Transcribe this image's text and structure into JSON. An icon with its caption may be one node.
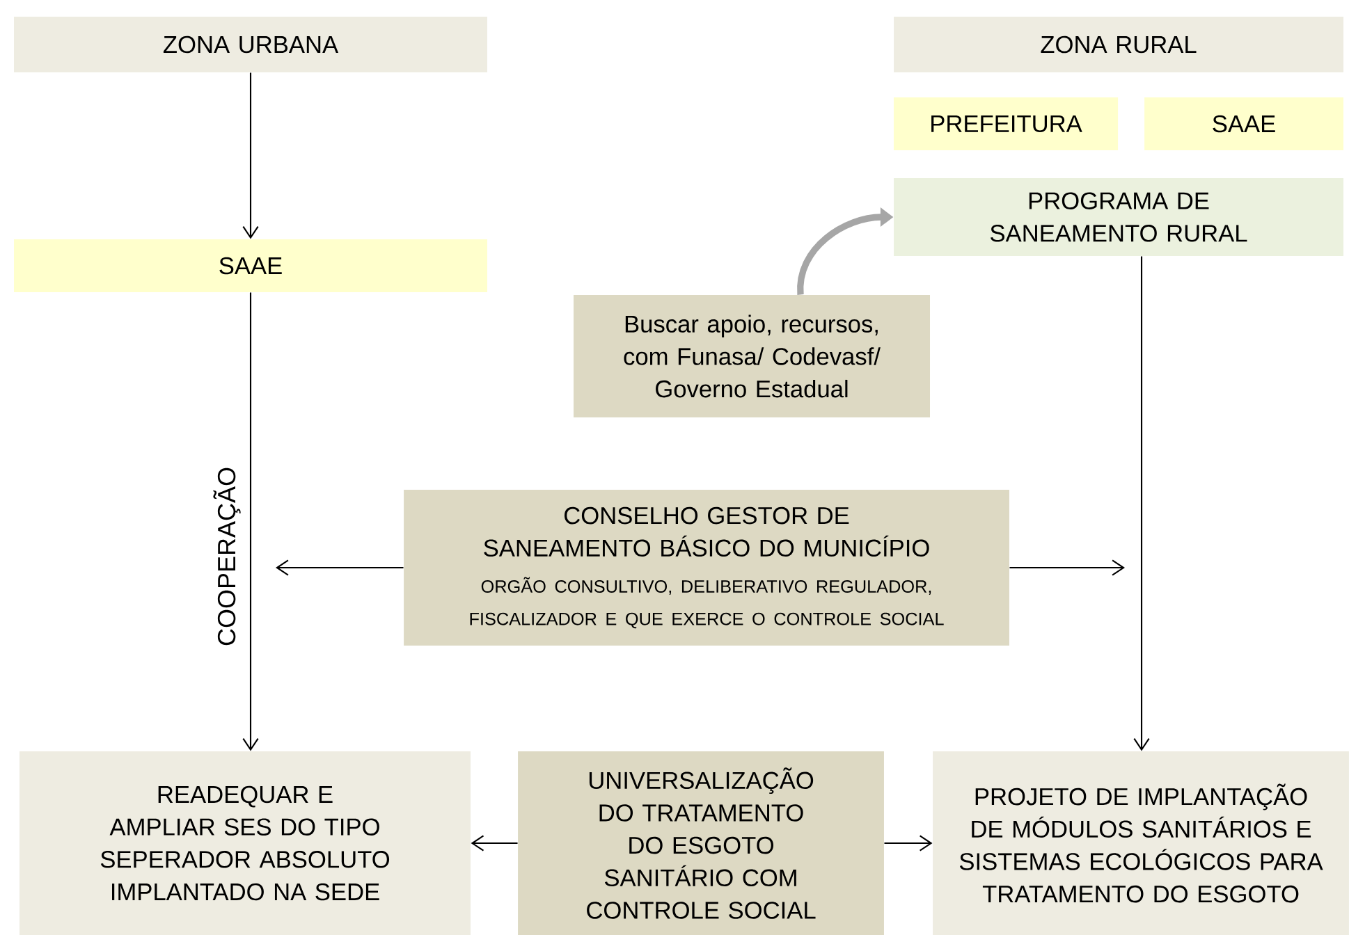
{
  "diagram": {
    "nodes": [
      {
        "text": [
          "ZONA URBANA"
        ]
      },
      {
        "text": [
          "ZONA RURAL"
        ]
      },
      {
        "text": [
          "PREFEITURA"
        ]
      },
      {
        "text": [
          "SAAE"
        ]
      },
      {
        "text": [
          "PROGRAMA DE SANEAMENTO RURAL"
        ]
      },
      {
        "text": [
          "SAAE"
        ]
      },
      {
        "text": [
          "Buscar apoio, recursos, com Funasa/ Codevasf/ Governo Estadual"
        ]
      },
      {
        "text": [
          "CONSELHO GESTOR DE SANEAMENTO BÁSICO DO MUNICÍPIO",
          "ORGÃO CONSULTIVO, DELIBERATIVO REGULADOR, FISCALIZADOR E QUE EXERCE O CONTROLE SOCIAL"
        ]
      },
      {
        "text": [
          "READEQUAR E AMPLIAR SES DO TIPO SEPERADOR ABSOLUTO IMPLANTADO NA SEDE"
        ]
      },
      {
        "text": [
          "UNIVERSALIZAÇÃO DO TRATAMENTO DO ESGOTO SANITÁRIO COM CONTROLE SOCIAL"
        ]
      },
      {
        "text": [
          "PROJETO DE IMPLANTAÇÃO DE MÓDULOS SANITÁRIOS E SISTEMAS ECOLÓGICOS PARA TRATAMENTO DO ESGOTO"
        ]
      }
    ],
    "edges": [
      {
        "from": 0,
        "to": 5,
        "arrow": "to"
      },
      {
        "from": 5,
        "to": 8,
        "arrow": "to",
        "label": "COOPERAÇÃO"
      },
      {
        "from": 4,
        "to": 10,
        "arrow": "to"
      },
      {
        "from": 6,
        "to": 4,
        "arrow": "to",
        "style": "thick",
        "color": "#a6a6a6"
      },
      {
        "from": 7,
        "to": null,
        "arrow": "to"
      },
      {
        "from": 7,
        "to": null,
        "arrow": "to"
      },
      {
        "from": 9,
        "to": 8,
        "arrow": "to"
      },
      {
        "from": 9,
        "to": 10,
        "arrow": "to"
      }
    ]
  }
}
